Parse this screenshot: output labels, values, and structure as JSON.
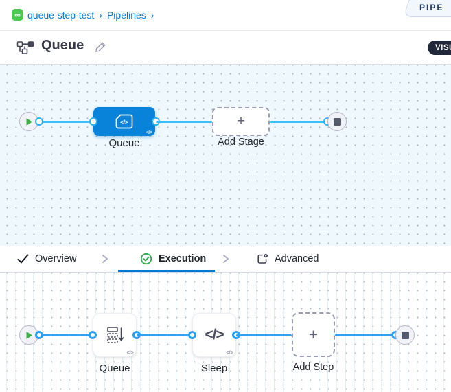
{
  "breadcrumb": {
    "project": "queue-step-test",
    "section": "Pipelines",
    "separator": "›"
  },
  "ribbon": {
    "label": "PIPE"
  },
  "header": {
    "title": "Queue",
    "mode_badge": "VISU"
  },
  "glyphs": {
    "code": "</>",
    "plus": "+",
    "infinity": "∞"
  },
  "stage_pipeline": {
    "stage_label": "Queue",
    "add_label": "Add Stage"
  },
  "tabs": [
    {
      "label": "Overview"
    },
    {
      "label": "Execution"
    },
    {
      "label": "Advanced"
    }
  ],
  "step_pipeline": {
    "step1_label": "Queue",
    "step2_label": "Sleep",
    "add_label": "Add Step"
  },
  "colors": {
    "accent": "#0278d5",
    "stage_node_blue": "#0983d9",
    "edge_top": "#3dbcf1",
    "edge_bottom": "#2ea2f6",
    "success_green": "#34a853",
    "play_green": "#3fae4a",
    "project_green": "#4dc952",
    "badge_dark": "#212839",
    "canvas_top_bg": "#eef8fd"
  }
}
